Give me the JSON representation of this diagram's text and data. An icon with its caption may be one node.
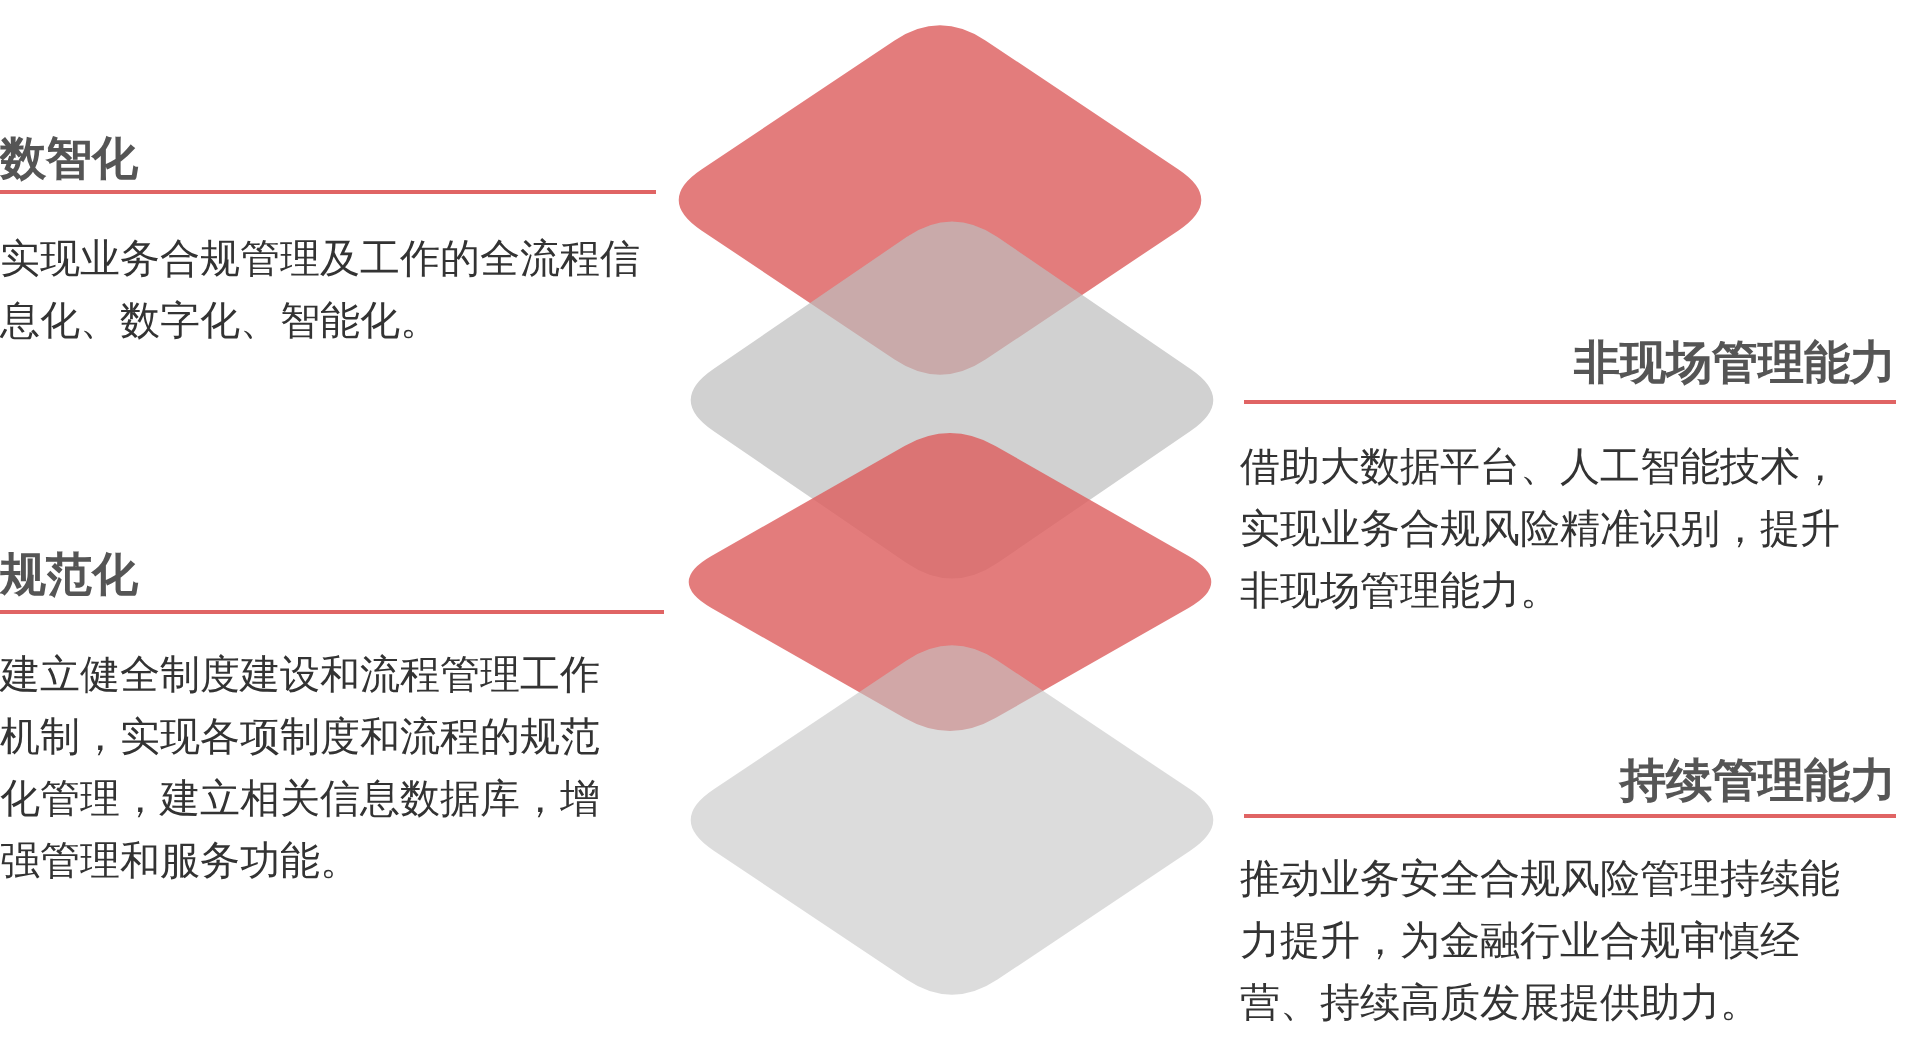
{
  "diagram": {
    "labels": [
      "数智化",
      "实现业务合规管理及工作的全流程信息化、数字化、智能化。",
      "非现场管理能力",
      "借助大数据平台、人工智能技术，实现业务合规风险精准识别，提升非现场管理能力。",
      "规范化",
      "建立健全制度建设和流程管理工作机制，实现各项制度和流程的规范化管理，建立相关信息数据库，增强管理和服务功能。",
      "持续管理能力",
      "推动业务安全合规风险管理持续能力提升，为金融行业合规审慎经营、持续高质发展提供助力。"
    ]
  }
}
